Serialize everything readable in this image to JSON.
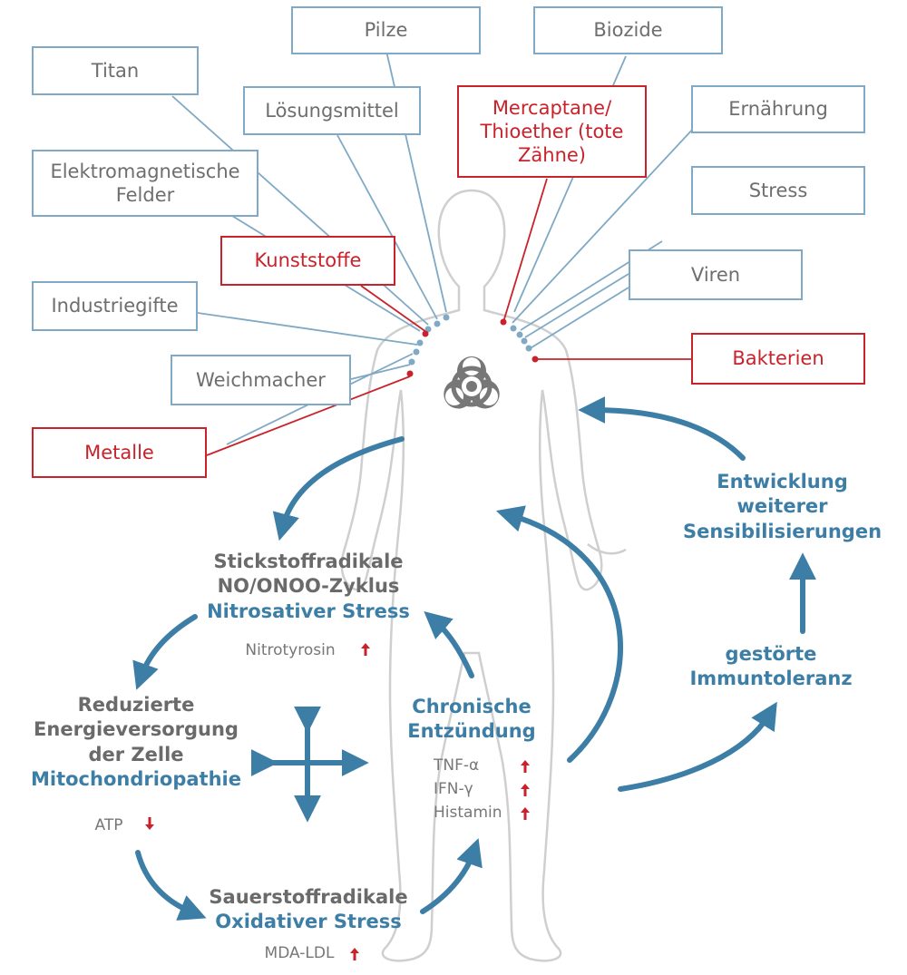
{
  "exposure_boxes": {
    "pilze": "Pilze",
    "biozide": "Biozide",
    "titan": "Titan",
    "loesungsmittel": "Lösungsmittel",
    "mercaptane": "Mercaptane/ Thioether (tote Zähne)",
    "ernaehrung": "Ernährung",
    "elektromagnetische_felder": "Elektromagnetische Felder",
    "stress": "Stress",
    "kunststoffe": "Kunststoffe",
    "viren": "Viren",
    "industriegifte": "Industriegifte",
    "bakterien": "Bakterien",
    "weichmacher": "Weichmacher",
    "metalle": "Metalle"
  },
  "cycle": {
    "nitrosative": {
      "line1": "Stickstoffradikale",
      "line2": "NO/ONOO-Zyklus",
      "line3": "Nitrosativer Stress",
      "marker": "Nitrotyrosin"
    },
    "energy": {
      "line1": "Reduzierte",
      "line2": "Energieversorgung",
      "line3": "der Zelle",
      "line4": "Mitochondriopathie",
      "marker": "ATP"
    },
    "oxidative": {
      "line1": "Sauerstoffradikale",
      "line2": "Oxidativer Stress",
      "marker": "MDA-LDL"
    },
    "inflammation": {
      "line1": "Chronische",
      "line2": "Entzündung",
      "markers": [
        "TNF-α",
        "IFN-γ",
        "Histamin"
      ]
    },
    "immunotolerance": {
      "line1": "gestörte",
      "line2": "Immuntoleranz"
    },
    "sensitization": {
      "line1": "Entwicklung",
      "line2": "weiterer",
      "line3": "Sensibilisierungen"
    }
  },
  "colors": {
    "blue_box": "#7fa9c4",
    "red_box": "#c9222a",
    "arrow": "#3d7ea6",
    "silhouette": "#cfcfcf",
    "biohazard": "#777777",
    "marker_up": "#c9222a"
  },
  "icons": {
    "hazard": "biohazard-icon",
    "increase": "arrow-up-icon",
    "decrease": "arrow-down-icon"
  }
}
